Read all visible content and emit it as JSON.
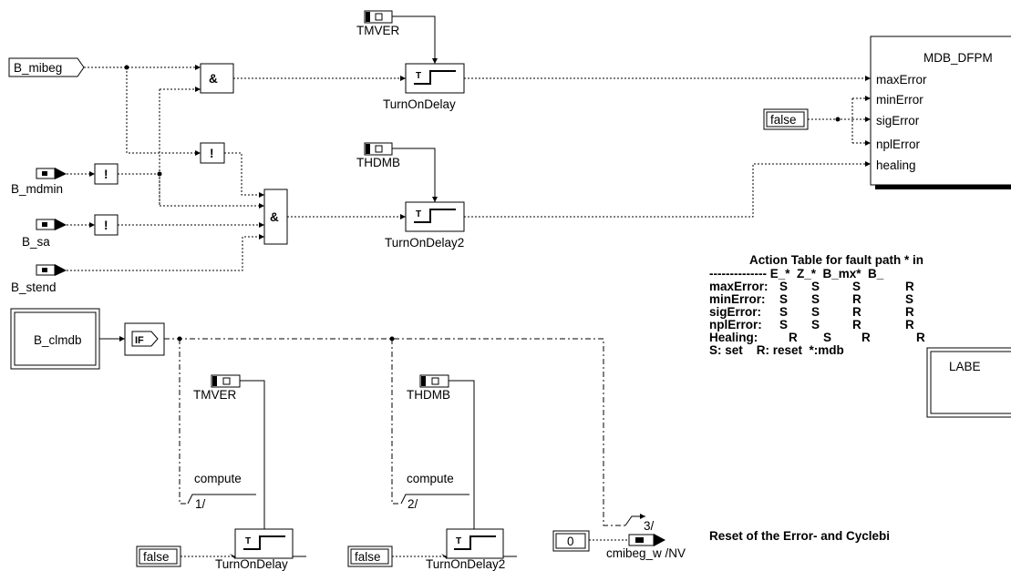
{
  "inputs": {
    "b_mibeg": "B_mibeg",
    "b_mdmin": "B_mdmin",
    "b_sa": "B_sa",
    "b_stend": "B_stend",
    "b_clmdb": "B_clmdb"
  },
  "params": {
    "tmver_top": "TMVER",
    "thdmb_top": "THDMB",
    "tmver_bottom": "TMVER",
    "thdmb_bottom": "THDMB"
  },
  "operators": {
    "and": "&",
    "not": "!",
    "if": "IF"
  },
  "blocks": {
    "turn_on_delay": "TurnOnDelay",
    "turn_on_delay2": "TurnOnDelay2",
    "turn_on_delay_b": "TurnOnDelay",
    "turn_on_delay2_b": "TurnOnDelay2"
  },
  "mdb_dfpm": {
    "title": "MDB_DFPM",
    "ports": [
      "maxError",
      "minError",
      "sigError",
      "nplError",
      "healing"
    ]
  },
  "constants": {
    "false_top": "false",
    "false_b1": "false",
    "false_b2": "false",
    "zero": "0"
  },
  "compute": {
    "c1_label": "compute",
    "c1_num": "1/",
    "c2_label": "compute",
    "c2_num": "2/",
    "c3_num": "3/"
  },
  "output": "cmibeg_w /NV",
  "action_table": {
    "title": "Action Table for fault path * in",
    "header": "-------------- E_*  Z_*  B_mx*  B_",
    "rows": [
      {
        "name": "maxError:",
        "vals": [
          "S",
          "S",
          "S",
          "R"
        ]
      },
      {
        "name": "minError:",
        "vals": [
          "S",
          "S",
          "R",
          "S"
        ]
      },
      {
        "name": "sigError:",
        "vals": [
          "S",
          "S",
          "R",
          "R"
        ]
      },
      {
        "name": "nplError:",
        "vals": [
          "S",
          "S",
          "R",
          "R"
        ]
      },
      {
        "name": "Healing:",
        "vals": [
          "R",
          "S",
          "R",
          "R"
        ]
      }
    ],
    "legend": "S: set    R: reset  *:mdb",
    "label_box": "LABE"
  },
  "reset_note": "Reset of the Error- and Cyclebi"
}
